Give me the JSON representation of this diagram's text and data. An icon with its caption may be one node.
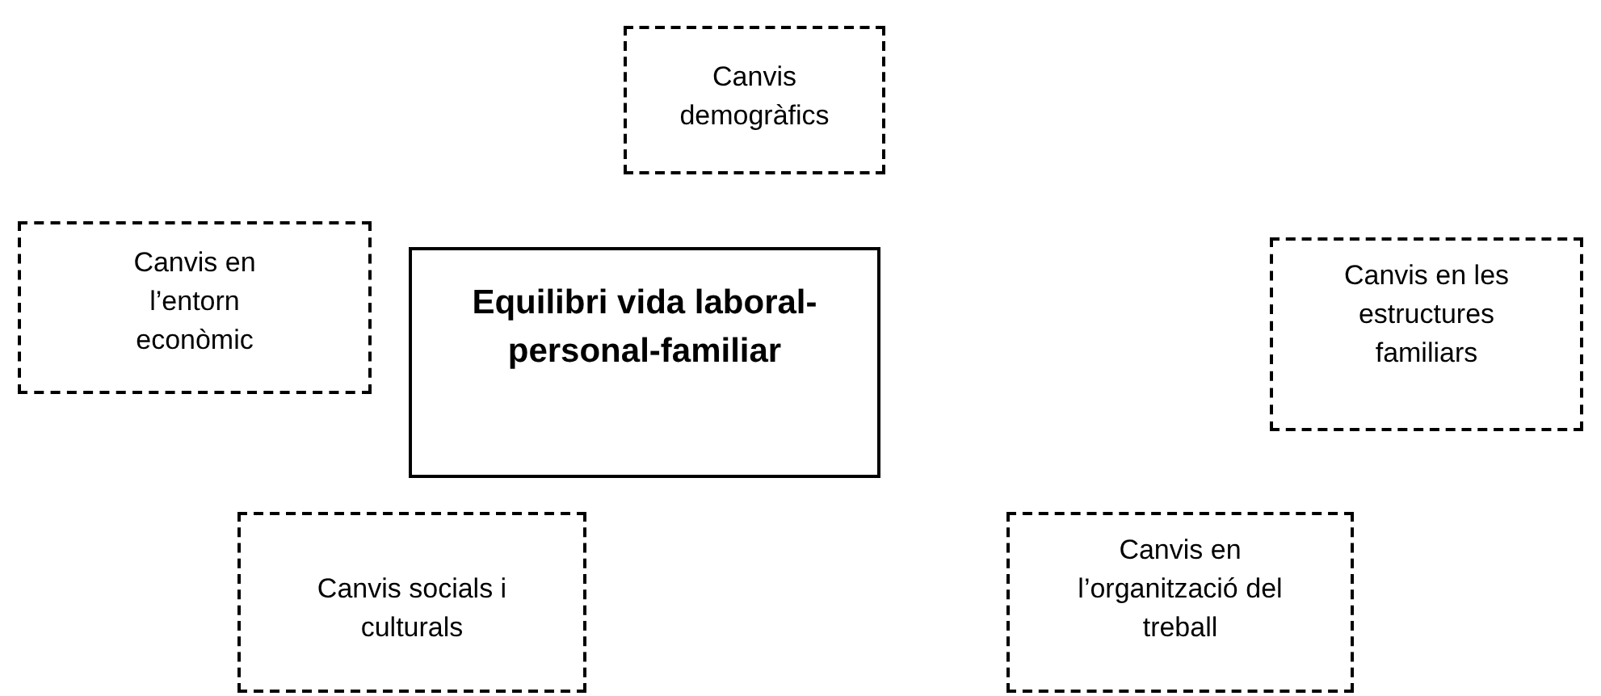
{
  "diagram": {
    "nodes": [
      {
        "text": [
          "Canvis demogràfics"
        ]
      },
      {
        "text": [
          "Canvis en l’entorn econòmic"
        ]
      },
      {
        "text": [
          "Equilibri vida laboral-personal-familiar"
        ]
      },
      {
        "text": [
          "Canvis en les estructures familiars"
        ]
      },
      {
        "text": [
          "Canvis socials i culturals"
        ]
      },
      {
        "text": [
          "Canvis en l’organització del treball"
        ]
      }
    ]
  }
}
